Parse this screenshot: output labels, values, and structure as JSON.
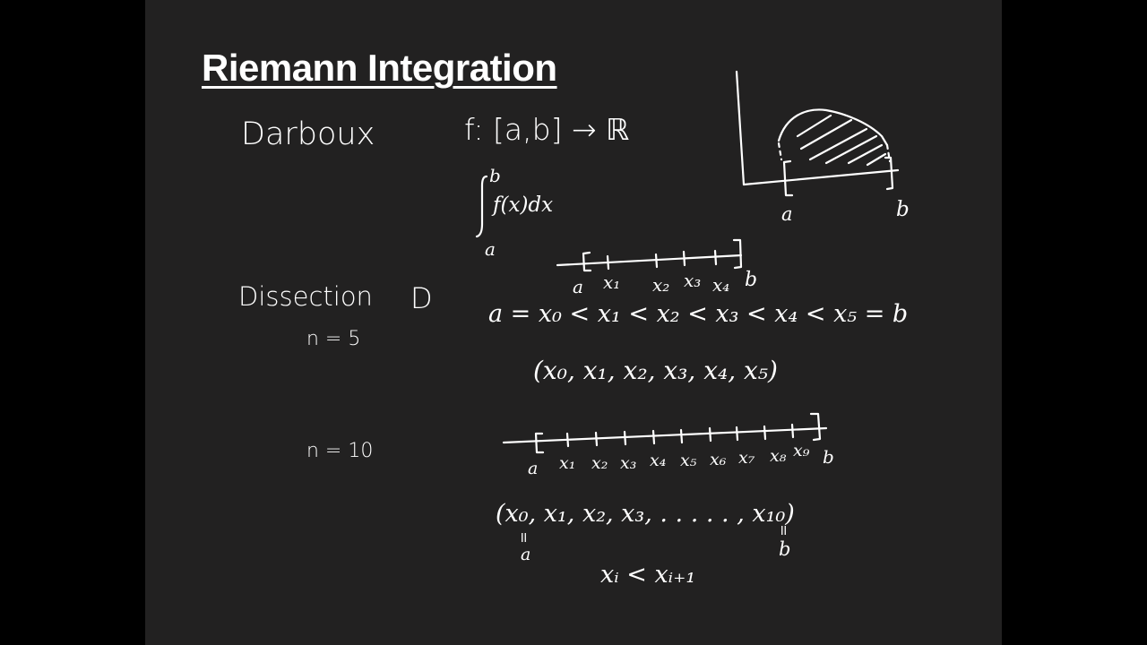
{
  "title": "Riemann Integration",
  "darboux_label": "Darboux",
  "function_def": "f: [a,b] → ℝ",
  "integral": {
    "upper": "b",
    "lower": "a",
    "integrand": "f(x)dx"
  },
  "graph": {
    "label_a": "a",
    "label_b": "b"
  },
  "number_line_5": {
    "labels": [
      "a",
      "x₁",
      "x₂",
      "x₃",
      "x₄",
      "b"
    ]
  },
  "dissection_label": "Dissection",
  "dissection_symbol": "D",
  "n5_label": "n = 5",
  "n5_inequality": "a = x₀ < x₁ < x₂ < x₃ < x₄ < x₅ = b",
  "n5_tuple": "(x₀, x₁, x₂, x₃, x₄, x₅)",
  "n10_label": "n = 10",
  "number_line_10": {
    "labels": [
      "a",
      "x₁",
      "x₂",
      "x₃",
      "x₄",
      "x₅",
      "x₆",
      "x₇",
      "x₈",
      "x₉",
      "b"
    ]
  },
  "n10_tuple": "(x₀, x₁, x₂, x₃, . . . . . , x₁₀)",
  "n10_first_eq": "॥",
  "n10_first_value": "a",
  "n10_last_eq": "॥",
  "n10_last_value": "b",
  "ordering_rule": "xᵢ < xᵢ₊₁"
}
